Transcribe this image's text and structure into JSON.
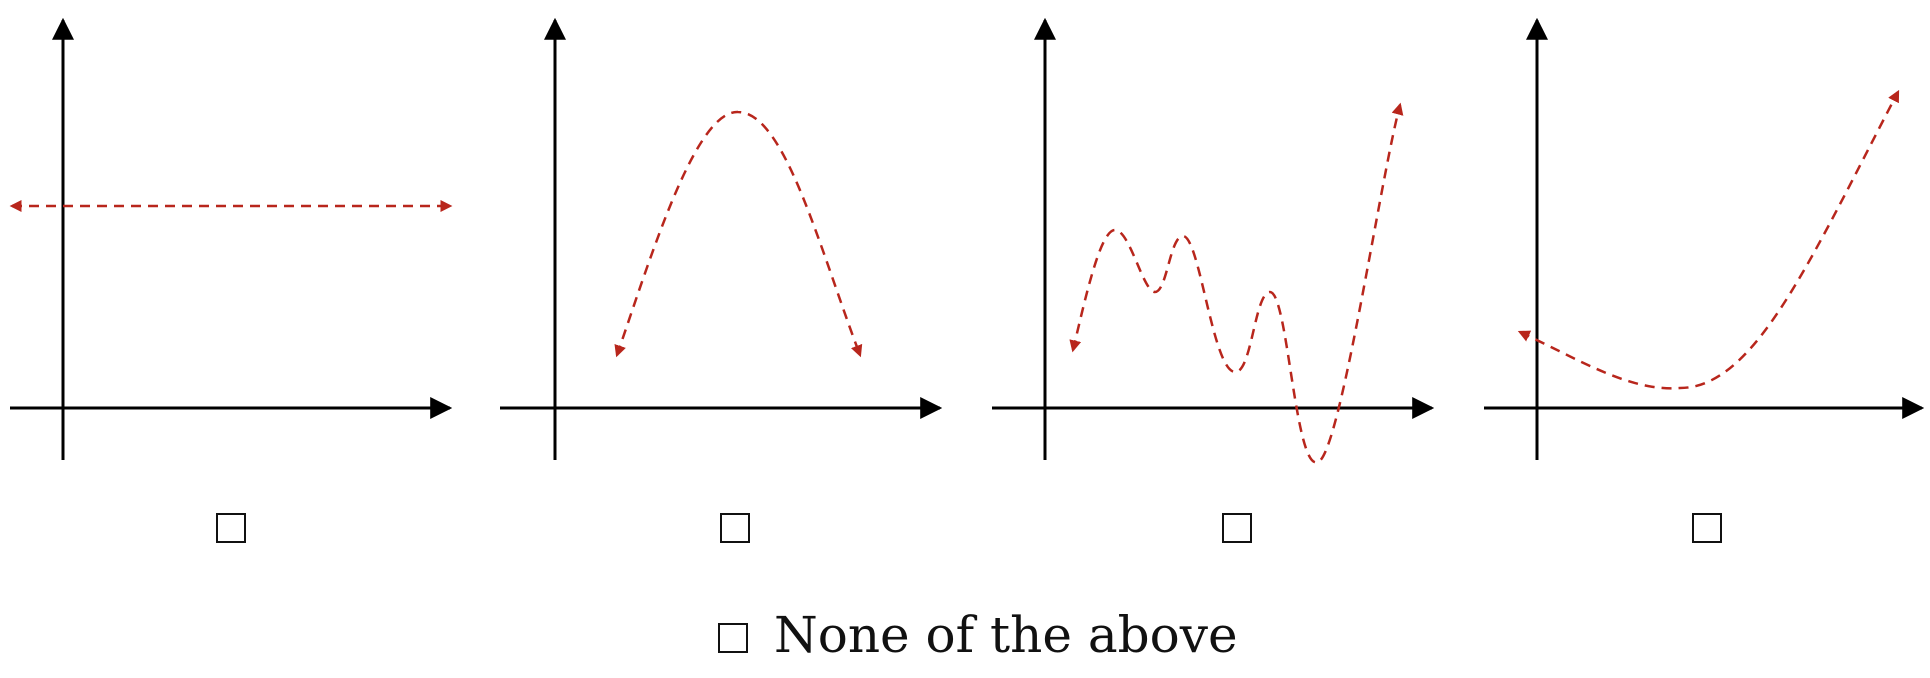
{
  "options": [
    {
      "id": "a",
      "curve": "horizontal-line",
      "checked": false
    },
    {
      "id": "b",
      "curve": "downward-parabola",
      "checked": false
    },
    {
      "id": "c",
      "curve": "wavy-polynomial",
      "checked": false
    },
    {
      "id": "d",
      "curve": "upward-curve",
      "checked": false
    }
  ],
  "none_option": {
    "label": "None of the above",
    "checked": false
  },
  "colors": {
    "axis": "#000000",
    "curve": "#b8261c"
  }
}
